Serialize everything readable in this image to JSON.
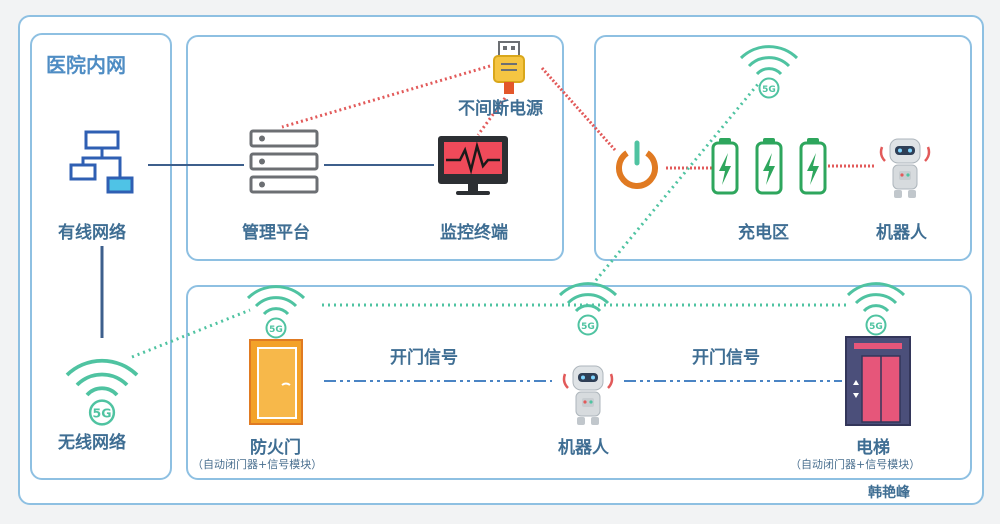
{
  "colors": {
    "frame": "#8ec0e2",
    "label": "#3f6e93",
    "accent": "#e3572b",
    "wifi": "#4fc3a1",
    "battery": "#2ea65d",
    "link_red": "#e25a5a"
  },
  "sections": {
    "hospital_net": "医院内网"
  },
  "nodes": {
    "wired": "有线网络",
    "wireless": "无线网络",
    "mgmt": "管理平台",
    "monitor": "监控终端",
    "ups": "不间断电源",
    "charging": "充电区",
    "robot_top": "机器人",
    "firedoor": "防火门",
    "firedoor_sub": "（自动闭门器+信号模块）",
    "robot_bottom": "机器人",
    "elevator": "电梯",
    "elevator_sub": "（自动闭门器+信号模块）"
  },
  "edges": {
    "door_signal_1": "开门信号",
    "door_signal_2": "开门信号"
  },
  "badges": {
    "fiveg": "5G"
  },
  "author": "韩艳峰",
  "icons": [
    "network-topology-icon",
    "server-rack-icon",
    "monitor-heartbeat-icon",
    "usb-plug-icon",
    "power-button-icon",
    "battery-charging-icon",
    "robot-icon",
    "fire-door-icon",
    "elevator-icon",
    "5g-wifi-icon"
  ]
}
